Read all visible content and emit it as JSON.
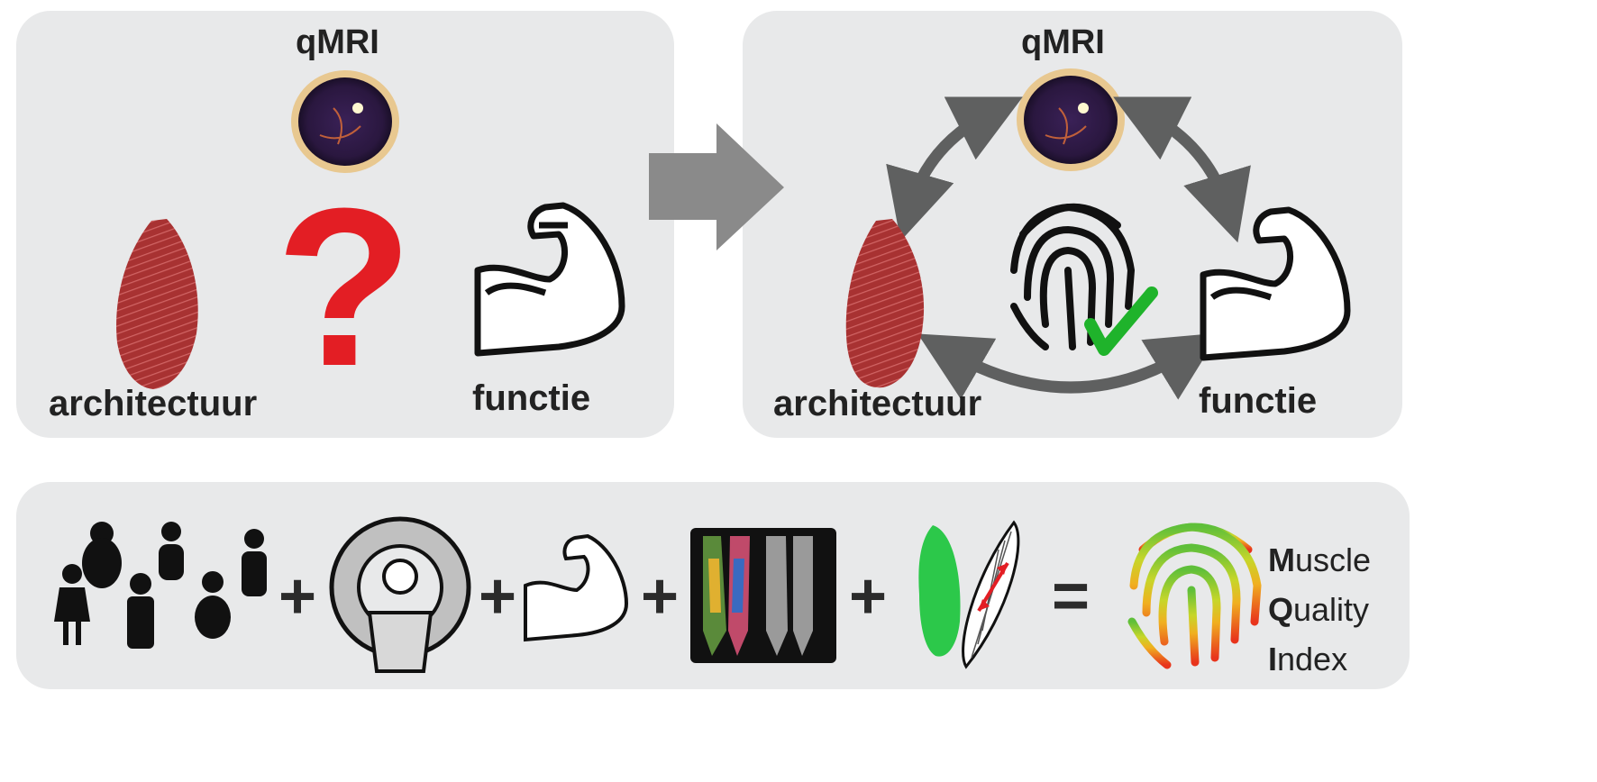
{
  "left_panel": {
    "qmri_label": "qMRI",
    "question_mark": "?",
    "architecture_label": "architectuur",
    "function_label": "functie"
  },
  "right_panel": {
    "qmri_label": "qMRI",
    "architecture_label": "architectuur",
    "function_label": "functie"
  },
  "bottom_panel": {
    "plus_1": "+",
    "plus_2": "+",
    "plus_3": "+",
    "plus_4": "+",
    "equals": "=",
    "result": {
      "line1_initial": "M",
      "line1_rest": "uscle",
      "line2_initial": "Q",
      "line2_rest": "uality",
      "line3_initial": "I",
      "line3_rest": "ndex"
    }
  },
  "colors": {
    "panel_bg": "#e8e9ea",
    "arrow_gray": "#8a8a8a",
    "cycle_arrow": "#5f6060",
    "question_red": "#e31e24",
    "check_green": "#1fb32b",
    "muscle_red": "#b83a3a",
    "segment_green": "#2cc84a"
  }
}
